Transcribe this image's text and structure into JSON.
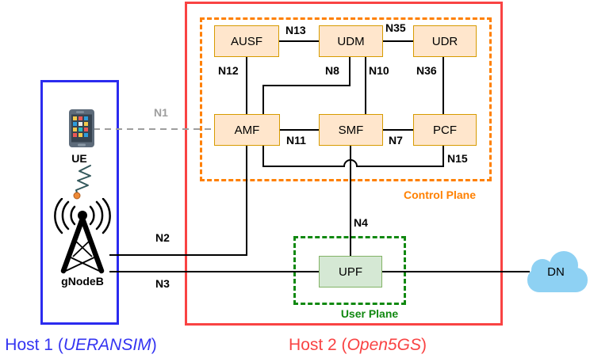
{
  "hosts": {
    "host1": {
      "prefix": "Host 1 (",
      "name": "UERANSIM",
      "suffix": ")",
      "border_color": "#2b2bef",
      "text_color": "#3434f2"
    },
    "host2": {
      "prefix": "Host 2 (",
      "name": "Open5GS",
      "suffix": ")",
      "border_color": "#f94343",
      "text_color": "#f94343"
    }
  },
  "planes": {
    "control": {
      "label": "Control Plane",
      "color": "#ff8000"
    },
    "user": {
      "label": "User Plane",
      "color": "#118911"
    }
  },
  "nodes": {
    "ausf": "AUSF",
    "udm": "UDM",
    "udr": "UDR",
    "amf": "AMF",
    "smf": "SMF",
    "pcf": "PCF",
    "upf": "UPF",
    "ue": "UE",
    "gnodeb": "gNodeB",
    "dn": "DN"
  },
  "node_style": {
    "nf_fill": "#ffe6cc",
    "nf_border": "#d79b00",
    "upf_fill": "#d5e8d4",
    "upf_border": "#82b366",
    "cloud_fill": "#8ed1f3"
  },
  "interfaces": {
    "n1": "N1",
    "n2": "N2",
    "n3": "N3",
    "n4": "N4",
    "n7": "N7",
    "n8": "N8",
    "n10": "N10",
    "n11": "N11",
    "n12": "N12",
    "n13": "N13",
    "n15": "N15",
    "n35": "N35",
    "n36": "N36"
  },
  "interface_style": {
    "n1_color": "#9e9e9e",
    "line_color": "#000000"
  }
}
